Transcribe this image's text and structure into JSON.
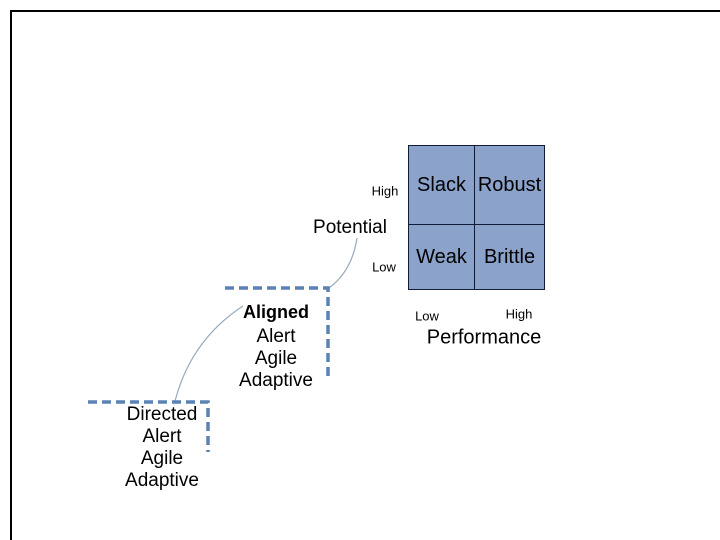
{
  "matrix": {
    "cells": [
      {
        "label": "Slack"
      },
      {
        "label": "Robust"
      },
      {
        "label": "Weak"
      },
      {
        "label": "Brittle"
      }
    ],
    "y_axis": {
      "high": "High",
      "title": "Potential",
      "low": "Low"
    },
    "x_axis": {
      "low": "Low",
      "high": "High",
      "title": "Performance"
    }
  },
  "callouts": {
    "aligned": {
      "title": "Aligned",
      "lines": [
        "Alert",
        "Agile",
        "Adaptive"
      ]
    },
    "directed": {
      "title": "Directed",
      "lines": [
        "Alert",
        "Agile",
        "Adaptive"
      ]
    }
  },
  "colors": {
    "cell_fill": "#8BA2CB",
    "cell_border": "#0F1D38",
    "dash_line": "#5B82B2",
    "connector_curve": "#96A9BD",
    "frame_border": "#000000",
    "text": "#000000"
  }
}
